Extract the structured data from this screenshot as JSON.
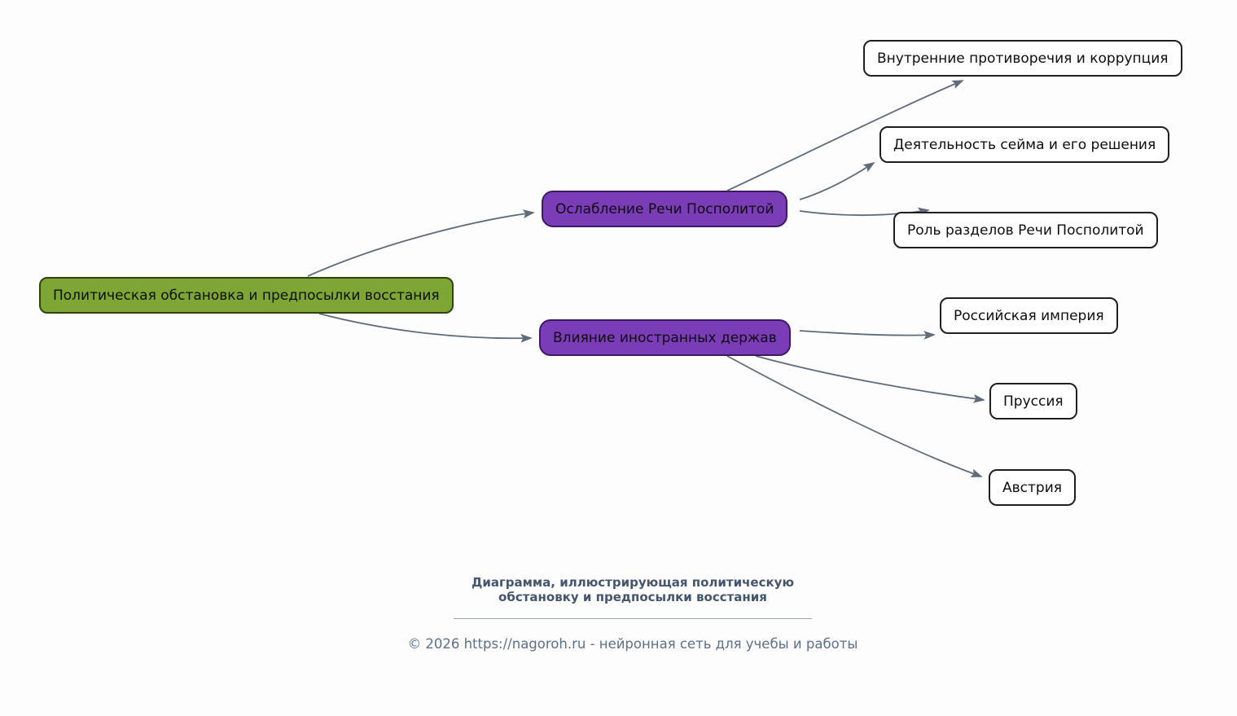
{
  "colors": {
    "background": "#fdfdfe",
    "rootFill": "#7da634",
    "rootBorder": "#32420f",
    "branchFill": "#7b3cb8",
    "branchBorder": "#3c1a63",
    "leafFill": "#ffffff",
    "leafBorder": "#1f1f1f",
    "arrow": "#5e6b7a",
    "captionTitle": "#44566e",
    "captionFooter": "#5c7089"
  },
  "diagram": {
    "root": {
      "label": "Политическая обстановка и предпосылки восстания"
    },
    "branches": [
      {
        "label": "Ослабление Речи Посполитой",
        "children": [
          "Внутренние противоречия и коррупция",
          "Деятельность сейма и его решения",
          "Роль разделов Речи Посполитой"
        ]
      },
      {
        "label": "Влияние иностранных держав",
        "children": [
          "Российская империя",
          "Пруссия",
          "Австрия"
        ]
      }
    ]
  },
  "caption": {
    "title_line1": "Диаграмма, иллюстрирующая политическую",
    "title_line2": "обстановку и предпосылки восстания",
    "footer": "© 2026 https://nagoroh.ru - нейронная сеть для учебы и работы"
  }
}
